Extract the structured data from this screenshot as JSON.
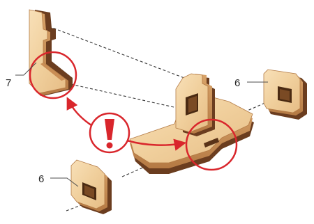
{
  "labels": {
    "piece_a": "7",
    "piece_b_top": "6",
    "piece_b_bottom": "6"
  },
  "warning": {
    "icon": "exclamation-warning-icon",
    "glyph": "!"
  },
  "colors": {
    "background": "#ffffff",
    "wood_light": "#f2d4a4",
    "wood_mid": "#e4b882",
    "wood_edge": "#b37a45",
    "wood_dark_layer": "#6b3d1f",
    "highlight_red": "#d9262c",
    "guide_line": "#333333",
    "callout_line": "#4d4d4d"
  }
}
